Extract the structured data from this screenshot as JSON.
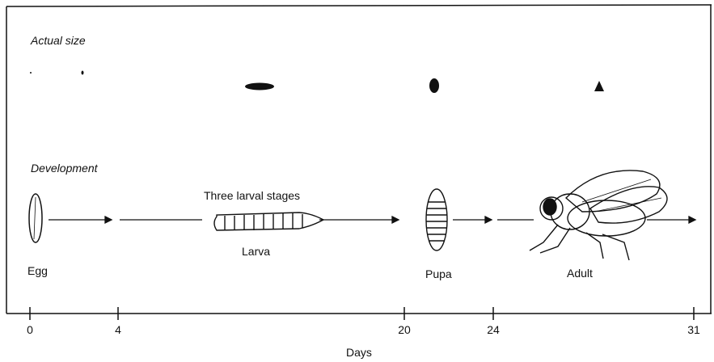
{
  "sections": {
    "actual_size": "Actual size",
    "development": "Development"
  },
  "stages": {
    "egg": "Egg",
    "larval_note": "Three larval stages",
    "larva": "Larva",
    "pupa": "Pupa",
    "adult": "Adult"
  },
  "axis": {
    "label": "Days",
    "ticks": [
      "0",
      "4",
      "20",
      "24",
      "31"
    ]
  }
}
